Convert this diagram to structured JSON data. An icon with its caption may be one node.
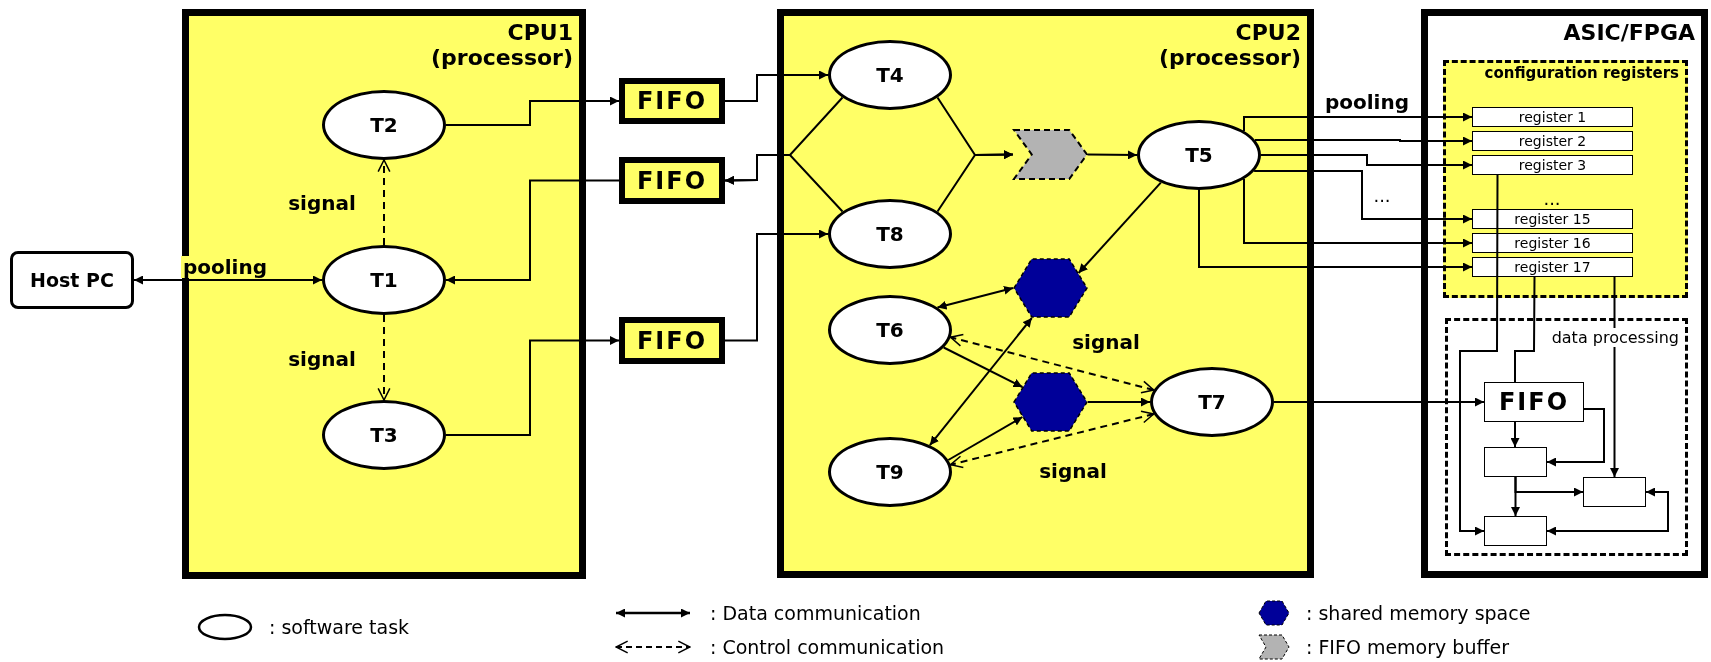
{
  "diagram": {
    "nodes": [
      {
        "text": [
          "CPU1",
          "(processor)"
        ]
      },
      {
        "text": [
          "T2"
        ],
        "in": 0
      },
      {
        "text": [
          "T1"
        ],
        "in": 0
      },
      {
        "text": [
          "T3"
        ],
        "in": 0
      },
      {
        "text": [
          "Host PC"
        ]
      },
      {
        "text": [
          "FIFO"
        ]
      },
      {
        "text": [
          "FIFO"
        ]
      },
      {
        "text": [
          "FIFO"
        ]
      },
      {
        "text": [
          "CPU2",
          "(processor)"
        ]
      },
      {
        "text": [
          "T4"
        ],
        "in": 8
      },
      {
        "text": [
          "T8"
        ],
        "in": 8
      },
      {
        "text": [],
        "shape": "chevron",
        "in": 8
      },
      {
        "text": [
          "T5"
        ],
        "in": 8
      },
      {
        "text": [],
        "shape": "hexagon",
        "in": 8
      },
      {
        "text": [
          "T6"
        ],
        "in": 8
      },
      {
        "text": [],
        "shape": "hexagon",
        "in": 8
      },
      {
        "text": [
          "T7"
        ],
        "in": 8
      },
      {
        "text": [
          "T9"
        ],
        "in": 8
      },
      {
        "text": [
          "ASIC/FPGA"
        ]
      },
      {
        "text": [
          "configuration registers"
        ],
        "in": 18
      },
      {
        "text": [
          "register 1"
        ],
        "in": 19
      },
      {
        "text": [
          "register 2"
        ],
        "in": 19
      },
      {
        "text": [
          "register 3"
        ],
        "in": 19
      },
      {
        "text": [
          "register 15"
        ],
        "in": 19
      },
      {
        "text": [
          "register 16"
        ],
        "in": 19
      },
      {
        "text": [
          "register 17"
        ],
        "in": 19
      },
      {
        "text": [
          "data processing"
        ],
        "in": 18
      },
      {
        "text": [
          "FIFO"
        ],
        "in": 26
      },
      {
        "text": [],
        "shape": "box",
        "in": 26
      },
      {
        "text": [],
        "shape": "box",
        "in": 26
      },
      {
        "text": [],
        "shape": "box",
        "in": 26
      }
    ],
    "edges": [
      {
        "from": 1,
        "to": 5,
        "arrow": "to"
      },
      {
        "from": 6,
        "to": 2,
        "arrow": "to"
      },
      {
        "from": 3,
        "to": 7,
        "arrow": "to"
      },
      {
        "from": 4,
        "to": 2,
        "arrow": "both",
        "label": "pooling"
      },
      {
        "from": 2,
        "to": 1,
        "arrow": "to",
        "style": "dashed",
        "label": "signal"
      },
      {
        "from": 2,
        "to": 3,
        "arrow": "to",
        "style": "dashed",
        "label": "signal"
      },
      {
        "from": 5,
        "to": 9,
        "arrow": "to"
      },
      {
        "from": 9,
        "to": 6,
        "arrow": "to"
      },
      {
        "from": 10,
        "to": 6,
        "arrow": "to"
      },
      {
        "from": 9,
        "to": 11,
        "arrow": "to"
      },
      {
        "from": 10,
        "to": 11,
        "arrow": "to"
      },
      {
        "from": 7,
        "to": 10,
        "arrow": "to"
      },
      {
        "from": 11,
        "to": 12,
        "arrow": "to"
      },
      {
        "from": 12,
        "to": 13,
        "arrow": "to"
      },
      {
        "from": 14,
        "to": 13,
        "arrow": "both"
      },
      {
        "from": 17,
        "to": 13,
        "arrow": "both"
      },
      {
        "from": 14,
        "to": 15,
        "arrow": "to"
      },
      {
        "from": 17,
        "to": 15,
        "arrow": "to"
      },
      {
        "from": 15,
        "to": 16,
        "arrow": "to"
      },
      {
        "from": 16,
        "to": 14,
        "arrow": "both",
        "style": "dashed",
        "label": "signal"
      },
      {
        "from": 16,
        "to": 17,
        "arrow": "both",
        "style": "dashed",
        "label": "signal"
      },
      {
        "from": 12,
        "to": 20,
        "arrow": "to",
        "label": "pooling"
      },
      {
        "from": 12,
        "to": 21,
        "arrow": "to"
      },
      {
        "from": 12,
        "to": 22,
        "arrow": "to"
      },
      {
        "from": 12,
        "to": 23,
        "arrow": "to"
      },
      {
        "from": 12,
        "to": 24,
        "arrow": "to"
      },
      {
        "from": 12,
        "to": 25,
        "arrow": "to"
      },
      {
        "from": 16,
        "to": 27,
        "arrow": "to"
      },
      {
        "from": 27,
        "to": 28,
        "arrow": "to"
      },
      {
        "from": 27,
        "to": 28,
        "arrow": "to"
      },
      {
        "from": 28,
        "to": 30,
        "arrow": "to"
      },
      {
        "from": 28,
        "to": 29,
        "arrow": "to"
      },
      {
        "from": 29,
        "to": 30,
        "arrow": "both"
      },
      {
        "from": 22,
        "to": 30,
        "arrow": "to"
      },
      {
        "from": 25,
        "to": 27,
        "arrow": "none"
      },
      {
        "from": 25,
        "to": 29,
        "arrow": "to"
      }
    ],
    "labels": [
      "...",
      "..."
    ],
    "legend": [
      {
        "text": ": software task"
      },
      {
        "text": ": Data communication"
      },
      {
        "text": ": Control communication"
      },
      {
        "text": ": shared memory space"
      },
      {
        "text": ": FIFO memory buffer"
      }
    ]
  }
}
